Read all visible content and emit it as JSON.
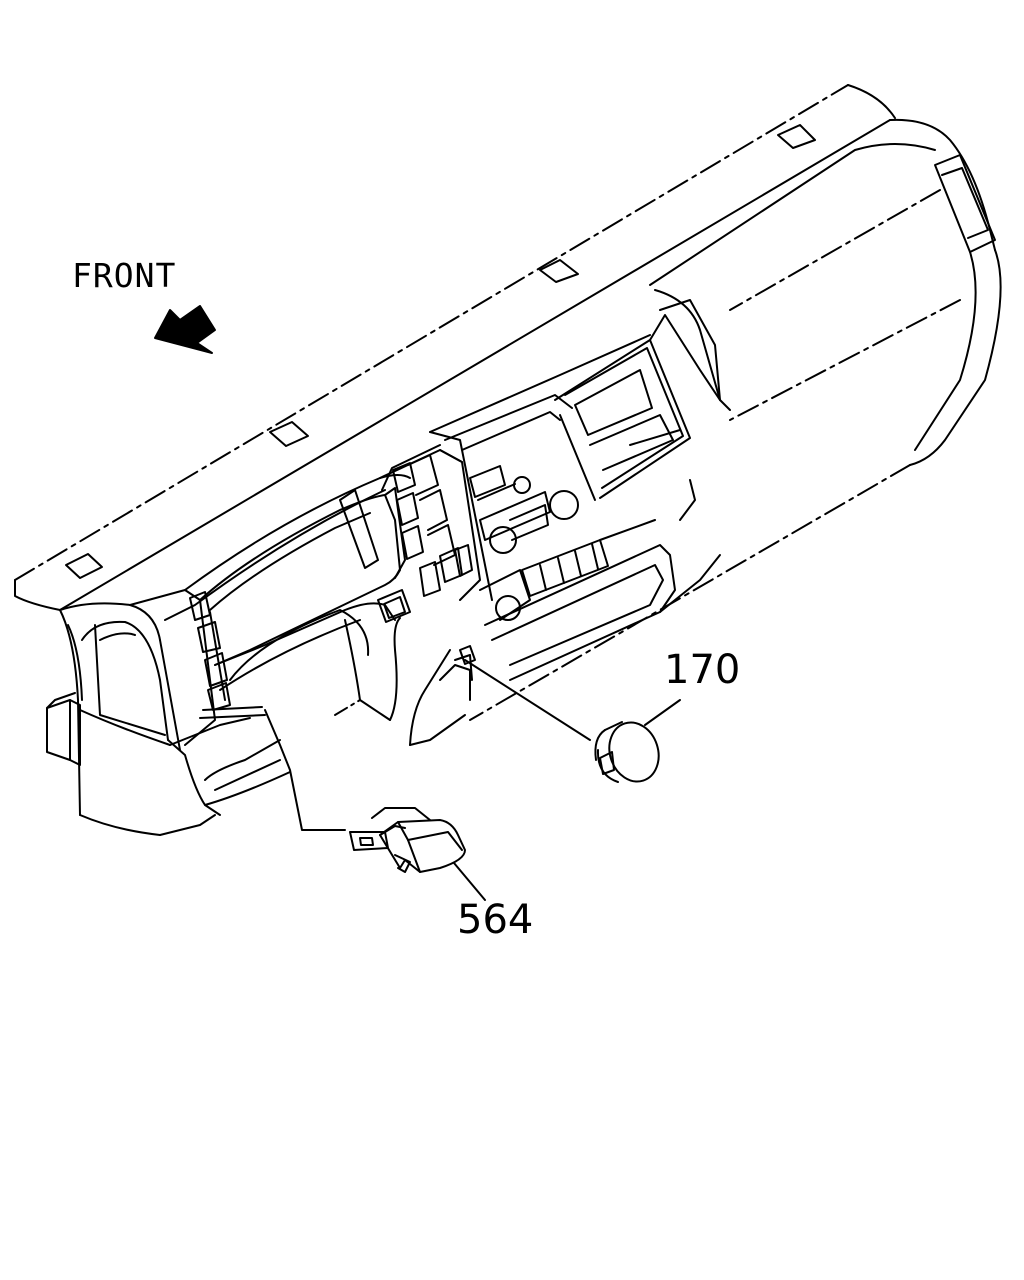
{
  "labels": {
    "front": "FRONT",
    "part_170": "170",
    "part_564": "564"
  },
  "icons": {
    "direction": "front-arrow-icon"
  },
  "colors": {
    "line": "#000000",
    "background": "#ffffff"
  }
}
